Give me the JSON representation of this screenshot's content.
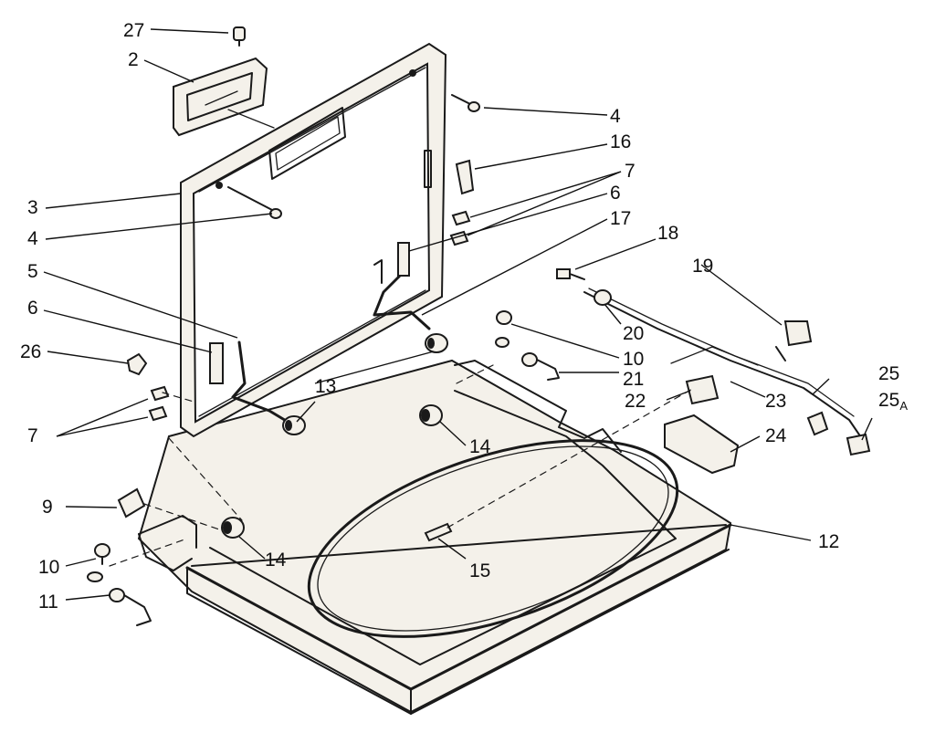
{
  "callouts": {
    "c27": "27",
    "c2": "2",
    "c4a": "4",
    "c16": "16",
    "c7a": "7",
    "c6a": "6",
    "c17": "17",
    "c3": "3",
    "c4b": "4",
    "c18": "18",
    "c5": "5",
    "c19": "19",
    "c6b": "6",
    "c20": "20",
    "c26": "26",
    "c10a": "10",
    "c21": "21",
    "c13": "13",
    "c25": "25",
    "c22": "22",
    "c23": "23",
    "c25a": "25",
    "c25a_sub": "A",
    "c7b": "7",
    "c14a": "14",
    "c24": "24",
    "c9": "9",
    "c12": "12",
    "c10b": "10",
    "c14b": "14",
    "c15": "15",
    "c11": "11"
  },
  "colors": {
    "ink": "#1a1a1a",
    "paper": "#ffffff",
    "part_fill": "#f4f1ea"
  }
}
